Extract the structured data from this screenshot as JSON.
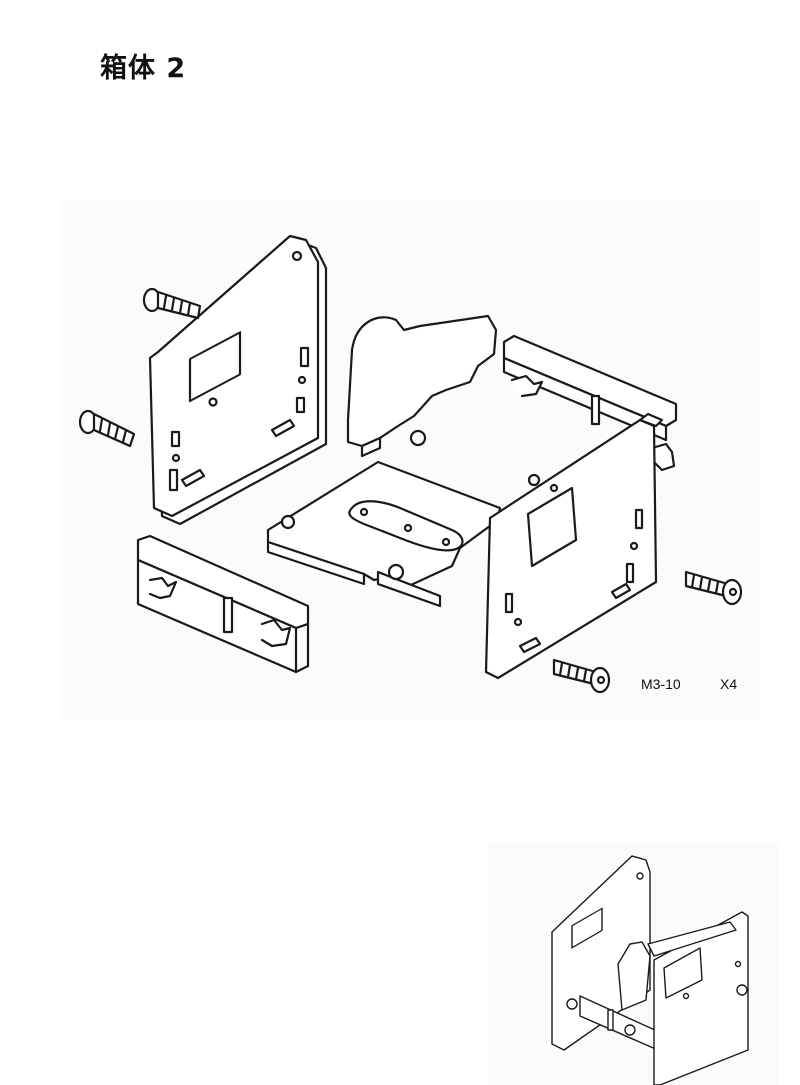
{
  "title": "箱体 2",
  "hardware": {
    "screw_spec": "M3-10",
    "quantity": "X4"
  },
  "icons": {
    "main": "exploded-box-assembly-diagram",
    "preview": "assembled-box-preview"
  }
}
